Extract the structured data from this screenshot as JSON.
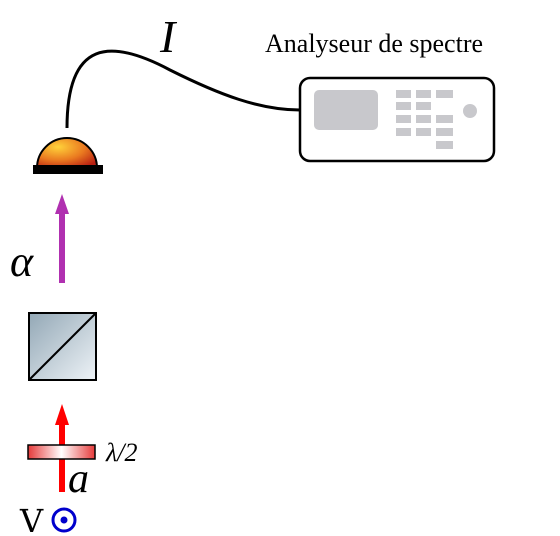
{
  "labels": {
    "analyser": "Analyseur de spectre",
    "current": "I",
    "alpha": "α",
    "half_wave": "λ/2",
    "input_mode": "a",
    "polarization": "V"
  },
  "icons": {
    "detector": "photodetector-icon",
    "analyser": "spectrum-analyser-icon",
    "beam_splitter": "polarizing-beam-splitter-icon",
    "waveplate": "half-wave-plate-icon",
    "polarization": "out-of-plane-polarization-icon"
  },
  "colors": {
    "red_beam": "#ff0000",
    "alpha_beam": "#b030b0",
    "detector_dome": "#e05a1e",
    "screen_gray": "#c8c8cc",
    "polarization_blue": "#0000cc",
    "cable": "#000000"
  }
}
